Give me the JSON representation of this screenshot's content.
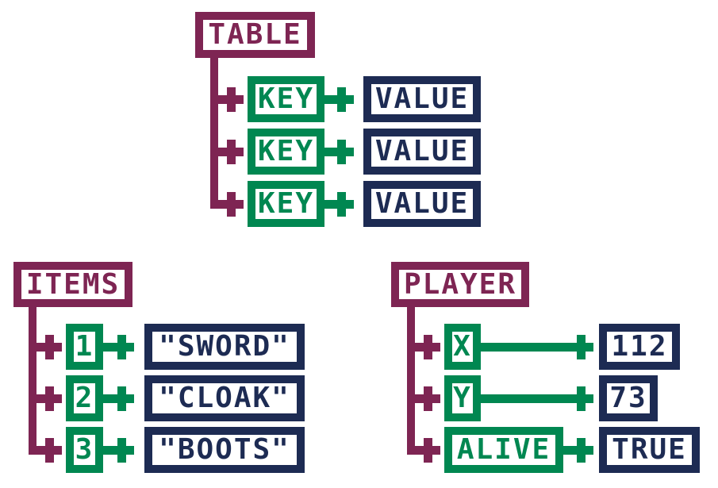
{
  "palette": {
    "purple": "#7E2553",
    "green": "#008751",
    "navy": "#1D2B53",
    "bg": "#FFFFFF"
  },
  "diagrams": {
    "table": {
      "title": "TABLE",
      "rows": [
        {
          "key": "KEY",
          "value": "VALUE"
        },
        {
          "key": "KEY",
          "value": "VALUE"
        },
        {
          "key": "KEY",
          "value": "VALUE"
        }
      ]
    },
    "items": {
      "title": "ITEMS",
      "rows": [
        {
          "key": "1",
          "value": "\"SWORD\""
        },
        {
          "key": "2",
          "value": "\"CLOAK\""
        },
        {
          "key": "3",
          "value": "\"BOOTS\""
        }
      ]
    },
    "player": {
      "title": "PLAYER",
      "rows": [
        {
          "key": "X",
          "value": "112"
        },
        {
          "key": "Y",
          "value": "73"
        },
        {
          "key": "ALIVE",
          "value": "TRUE"
        }
      ]
    }
  }
}
